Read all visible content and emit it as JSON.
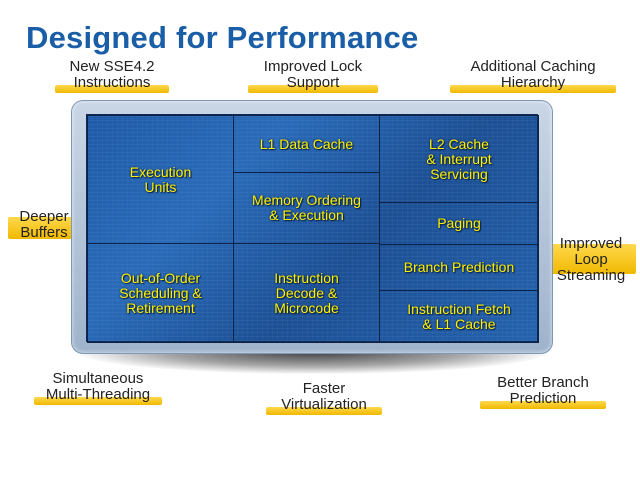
{
  "title": "Designed for Performance",
  "callouts": {
    "sse": [
      "New SSE4.2",
      "Instructions"
    ],
    "lock": [
      "Improved Lock",
      "Support"
    ],
    "caching": [
      "Additional Caching",
      "Hierarchy"
    ],
    "buffers": [
      "Deeper",
      "Buffers"
    ],
    "loop": [
      "Improved",
      "Loop",
      "Streaming"
    ],
    "smt": [
      "Simultaneous",
      "Multi-Threading"
    ],
    "virt": [
      "Faster",
      "Virtualization"
    ],
    "branch": [
      "Better Branch",
      "Prediction"
    ]
  },
  "blocks": {
    "execution_units": "Execution\nUnits",
    "l1_data_cache": "L1 Data Cache",
    "memory_ordering": "Memory Ordering\n& Execution",
    "l2_cache": "L2 Cache\n& Interrupt\nServicing",
    "paging": "Paging",
    "ooo": "Out-of-Order\nScheduling &\nRetirement",
    "decode": "Instruction\nDecode &\nMicrocode",
    "branch_prediction": "Branch Prediction",
    "fetch": "Instruction Fetch\n& L1 Cache"
  },
  "colors": {
    "title": "#1a5ea8",
    "callout_bar": "#f0b800",
    "block_text": "#fff200",
    "die": "#1f5aa6"
  }
}
